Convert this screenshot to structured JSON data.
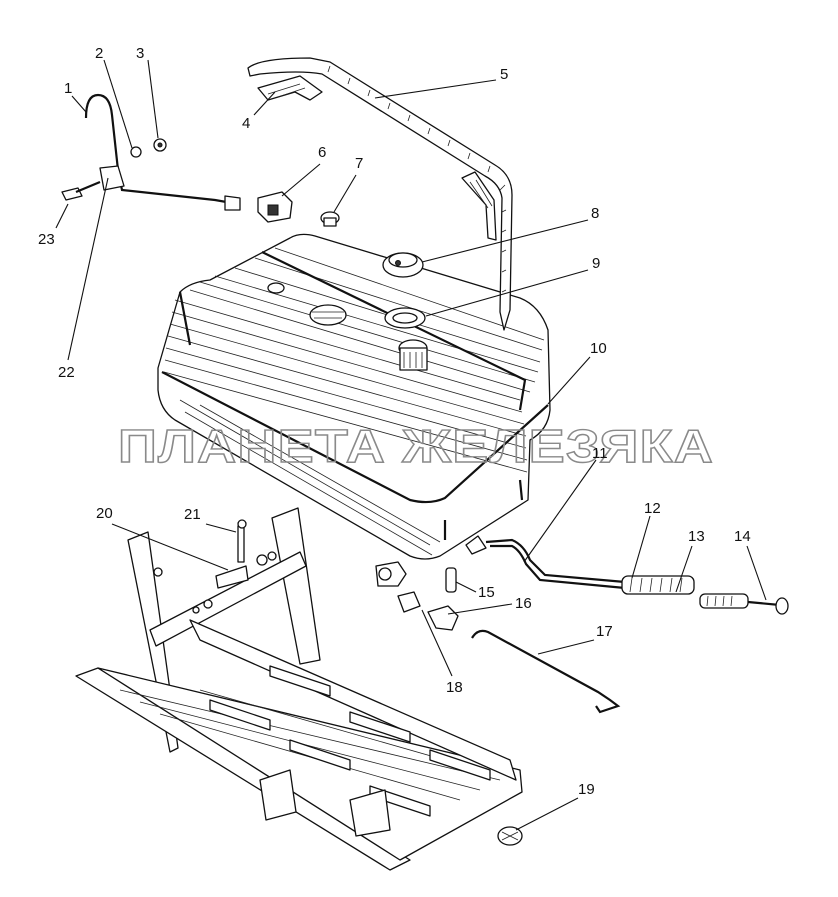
{
  "watermark": "ПЛАНЕТА ЖЕЛЕЗЯКА",
  "callouts": [
    "1",
    "2",
    "3",
    "4",
    "5",
    "6",
    "7",
    "8",
    "9",
    "10",
    "11",
    "12",
    "13",
    "14",
    "15",
    "16",
    "17",
    "18",
    "19",
    "20",
    "21",
    "22",
    "23"
  ]
}
